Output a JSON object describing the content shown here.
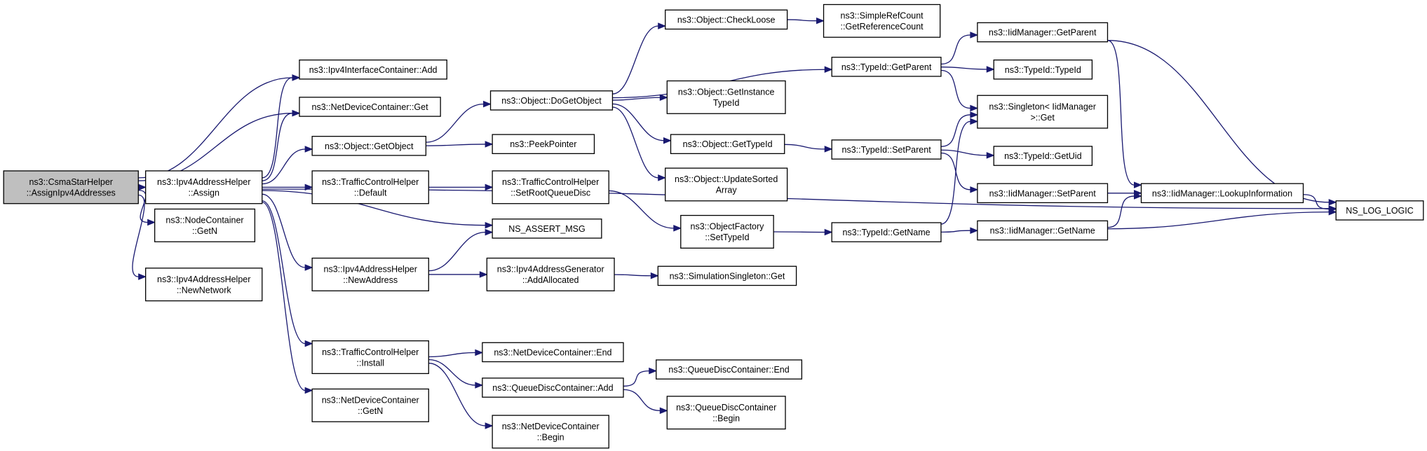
{
  "nodes": [
    {
      "id": "root",
      "lines": [
        "ns3::CsmaStarHelper",
        "::AssignIpv4Addresses"
      ]
    },
    {
      "id": "ipv4ic_add",
      "lines": [
        "ns3::Ipv4InterfaceContainer::Add"
      ]
    },
    {
      "id": "ndc_get",
      "lines": [
        "ns3::NetDeviceContainer::Get"
      ]
    },
    {
      "id": "assign",
      "lines": [
        "ns3::Ipv4AddressHelper",
        "::Assign"
      ]
    },
    {
      "id": "nodec_getn",
      "lines": [
        "ns3::NodeContainer",
        "::GetN"
      ]
    },
    {
      "id": "newnetwork",
      "lines": [
        "ns3::Ipv4AddressHelper",
        "::NewNetwork"
      ]
    },
    {
      "id": "obj_getobject",
      "lines": [
        "ns3::Object::GetObject"
      ]
    },
    {
      "id": "tch_default",
      "lines": [
        "ns3::TrafficControlHelper",
        "::Default"
      ]
    },
    {
      "id": "ns_assert",
      "lines": [
        "NS_ASSERT_MSG"
      ]
    },
    {
      "id": "newaddress",
      "lines": [
        "ns3::Ipv4AddressHelper",
        "::NewAddress"
      ]
    },
    {
      "id": "tch_install",
      "lines": [
        "ns3::TrafficControlHelper",
        "::Install"
      ]
    },
    {
      "id": "ndc_getn",
      "lines": [
        "ns3::NetDeviceContainer",
        "::GetN"
      ]
    },
    {
      "id": "dogetobject",
      "lines": [
        "ns3::Object::DoGetObject"
      ]
    },
    {
      "id": "peekpointer",
      "lines": [
        "ns3::PeekPointer"
      ]
    },
    {
      "id": "setrootqueuedisc",
      "lines": [
        "ns3::TrafficControlHelper",
        "::SetRootQueueDisc"
      ]
    },
    {
      "id": "addallocated",
      "lines": [
        "ns3::Ipv4AddressGenerator",
        "::AddAllocated"
      ]
    },
    {
      "id": "ndc_end",
      "lines": [
        "ns3::NetDeviceContainer::End"
      ]
    },
    {
      "id": "qdc_add",
      "lines": [
        "ns3::QueueDiscContainer::Add"
      ]
    },
    {
      "id": "ndc_begin",
      "lines": [
        "ns3::NetDeviceContainer",
        "::Begin"
      ]
    },
    {
      "id": "checkloose",
      "lines": [
        "ns3::Object::CheckLoose"
      ]
    },
    {
      "id": "getinstancetypeid",
      "lines": [
        "ns3::Object::GetInstance",
        "TypeId"
      ]
    },
    {
      "id": "obj_gettypeid",
      "lines": [
        "ns3::Object::GetTypeId"
      ]
    },
    {
      "id": "updatesorted",
      "lines": [
        "ns3::Object::UpdateSorted",
        "Array"
      ]
    },
    {
      "id": "of_settypeid",
      "lines": [
        "ns3::ObjectFactory",
        "::SetTypeId"
      ]
    },
    {
      "id": "simsingleton_get",
      "lines": [
        "ns3::SimulationSingleton::Get"
      ]
    },
    {
      "id": "qdc_end",
      "lines": [
        "ns3::QueueDiscContainer::End"
      ]
    },
    {
      "id": "qdc_begin",
      "lines": [
        "ns3::QueueDiscContainer",
        "::Begin"
      ]
    },
    {
      "id": "getreferencecount",
      "lines": [
        "ns3::SimpleRefCount",
        "::GetReferenceCount"
      ]
    },
    {
      "id": "typeid_getparent",
      "lines": [
        "ns3::TypeId::GetParent"
      ]
    },
    {
      "id": "typeid_setparent",
      "lines": [
        "ns3::TypeId::SetParent"
      ]
    },
    {
      "id": "typeid_getname",
      "lines": [
        "ns3::TypeId::GetName"
      ]
    },
    {
      "id": "iid_getparent",
      "lines": [
        "ns3::IidManager::GetParent"
      ]
    },
    {
      "id": "typeid_typeid",
      "lines": [
        "ns3::TypeId::TypeId"
      ]
    },
    {
      "id": "singleton_get",
      "lines": [
        "ns3::Singleton< IidManager",
        " >::Get"
      ]
    },
    {
      "id": "typeid_getuid",
      "lines": [
        "ns3::TypeId::GetUid"
      ]
    },
    {
      "id": "iid_setparent",
      "lines": [
        "ns3::IidManager::SetParent"
      ]
    },
    {
      "id": "iid_getname",
      "lines": [
        "ns3::IidManager::GetName"
      ]
    },
    {
      "id": "lookupinformation",
      "lines": [
        "ns3::IidManager::LookupInformation"
      ]
    },
    {
      "id": "ns_log_logic",
      "lines": [
        "NS_LOG_LOGIC"
      ]
    }
  ],
  "edges": [
    [
      "root",
      "ipv4ic_add"
    ],
    [
      "root",
      "ndc_get"
    ],
    [
      "root",
      "assign"
    ],
    [
      "root",
      "nodec_getn"
    ],
    [
      "root",
      "newnetwork"
    ],
    [
      "assign",
      "ipv4ic_add"
    ],
    [
      "assign",
      "ndc_get"
    ],
    [
      "assign",
      "obj_getobject"
    ],
    [
      "assign",
      "tch_default"
    ],
    [
      "assign",
      "ns_assert"
    ],
    [
      "assign",
      "newaddress"
    ],
    [
      "assign",
      "tch_install"
    ],
    [
      "assign",
      "ndc_getn"
    ],
    [
      "assign",
      "ns_log_logic"
    ],
    [
      "obj_getobject",
      "dogetobject"
    ],
    [
      "obj_getobject",
      "peekpointer"
    ],
    [
      "tch_default",
      "setrootqueuedisc"
    ],
    [
      "newaddress",
      "ns_assert"
    ],
    [
      "newaddress",
      "addallocated"
    ],
    [
      "tch_install",
      "ndc_end"
    ],
    [
      "tch_install",
      "qdc_add"
    ],
    [
      "tch_install",
      "ndc_begin"
    ],
    [
      "dogetobject",
      "checkloose"
    ],
    [
      "dogetobject",
      "typeid_getparent"
    ],
    [
      "dogetobject",
      "getinstancetypeid"
    ],
    [
      "dogetobject",
      "obj_gettypeid"
    ],
    [
      "dogetobject",
      "updatesorted"
    ],
    [
      "setrootqueuedisc",
      "of_settypeid"
    ],
    [
      "addallocated",
      "simsingleton_get"
    ],
    [
      "qdc_add",
      "qdc_end"
    ],
    [
      "qdc_add",
      "qdc_begin"
    ],
    [
      "checkloose",
      "getreferencecount"
    ],
    [
      "obj_gettypeid",
      "typeid_setparent"
    ],
    [
      "of_settypeid",
      "typeid_getname"
    ],
    [
      "typeid_getparent",
      "iid_getparent"
    ],
    [
      "typeid_getparent",
      "typeid_typeid"
    ],
    [
      "typeid_getparent",
      "singleton_get"
    ],
    [
      "typeid_setparent",
      "singleton_get"
    ],
    [
      "typeid_setparent",
      "typeid_getuid"
    ],
    [
      "typeid_setparent",
      "iid_setparent"
    ],
    [
      "typeid_getname",
      "singleton_get"
    ],
    [
      "typeid_getname",
      "iid_getname"
    ],
    [
      "iid_getparent",
      "lookupinformation"
    ],
    [
      "iid_getparent",
      "ns_log_logic"
    ],
    [
      "iid_setparent",
      "lookupinformation"
    ],
    [
      "iid_getname",
      "lookupinformation"
    ],
    [
      "iid_getname",
      "ns_log_logic"
    ],
    [
      "lookupinformation",
      "ns_log_logic"
    ]
  ]
}
